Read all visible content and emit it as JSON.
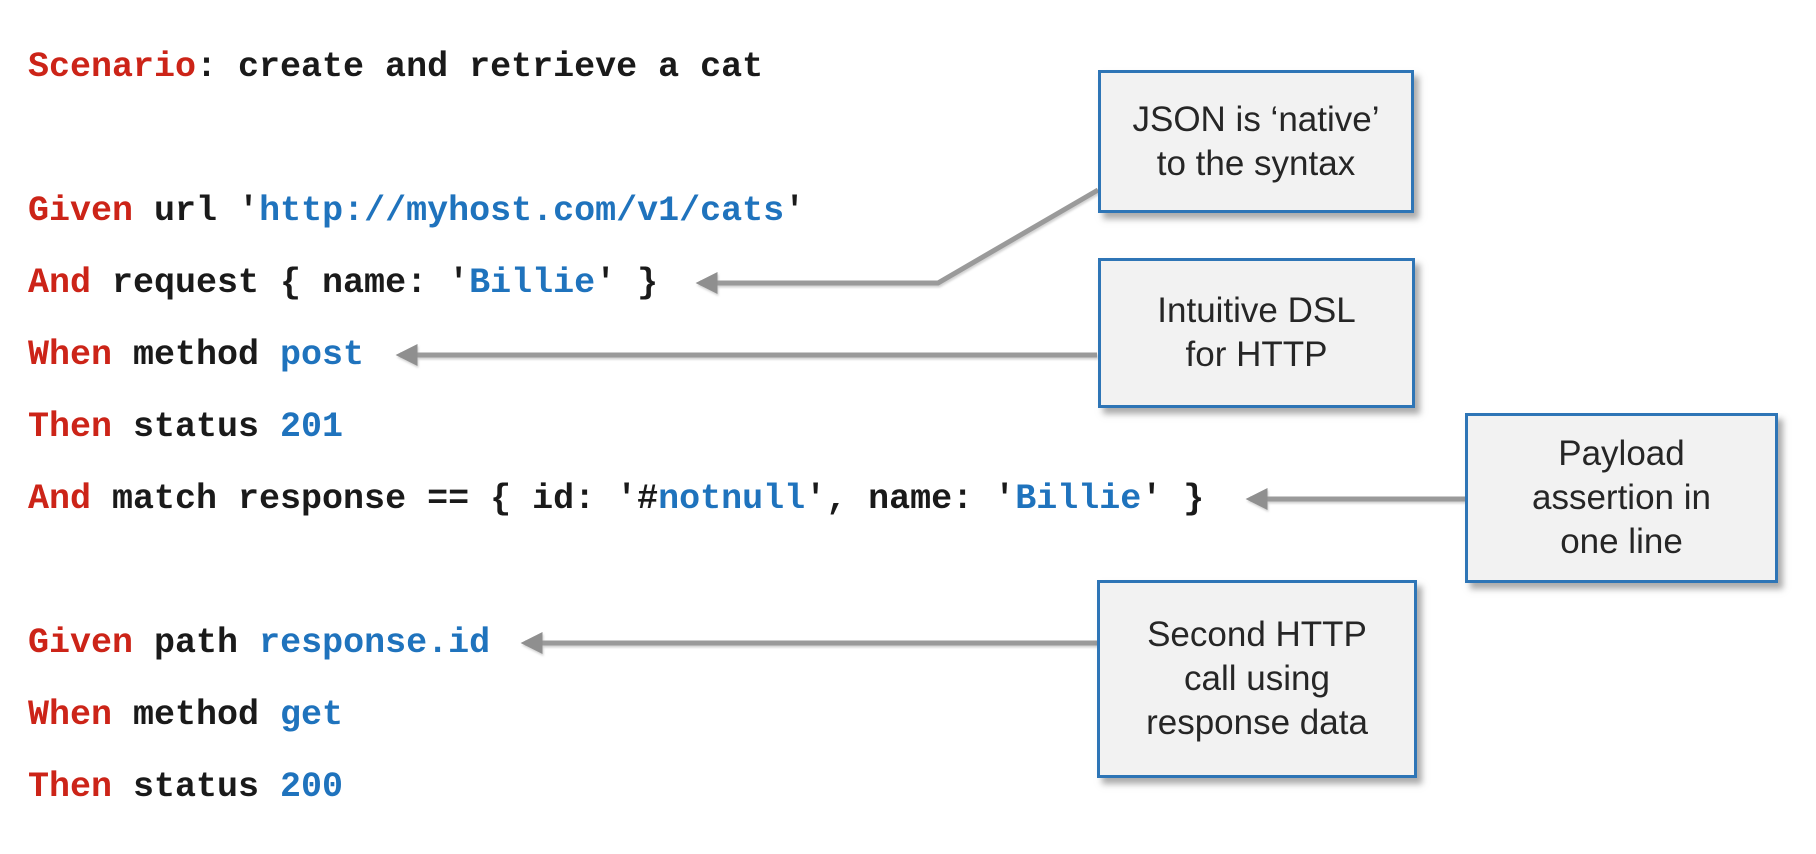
{
  "code": {
    "lines": [
      {
        "name": "scenario",
        "tokens": [
          {
            "t": "Scenario",
            "c": "kw"
          },
          {
            "t": ": create and retrieve a cat",
            "c": "plain"
          }
        ]
      },
      {
        "name": "blank-1",
        "tokens": []
      },
      {
        "name": "given-url",
        "tokens": [
          {
            "t": "Given",
            "c": "kw"
          },
          {
            "t": " url '",
            "c": "plain"
          },
          {
            "t": "http://myhost.com/v1/cats",
            "c": "val"
          },
          {
            "t": "'",
            "c": "plain"
          }
        ]
      },
      {
        "name": "and-request",
        "tokens": [
          {
            "t": "And",
            "c": "kw"
          },
          {
            "t": " request { name: '",
            "c": "plain"
          },
          {
            "t": "Billie",
            "c": "val"
          },
          {
            "t": "' }",
            "c": "plain"
          }
        ]
      },
      {
        "name": "when-method-post",
        "tokens": [
          {
            "t": "When",
            "c": "kw"
          },
          {
            "t": " method ",
            "c": "plain"
          },
          {
            "t": "post",
            "c": "val"
          }
        ]
      },
      {
        "name": "then-status-201",
        "tokens": [
          {
            "t": "Then",
            "c": "kw"
          },
          {
            "t": " status ",
            "c": "plain"
          },
          {
            "t": "201",
            "c": "val"
          }
        ]
      },
      {
        "name": "and-match-response",
        "tokens": [
          {
            "t": "And",
            "c": "kw"
          },
          {
            "t": " match response == { id: '#",
            "c": "plain"
          },
          {
            "t": "notnull",
            "c": "val"
          },
          {
            "t": "', name: '",
            "c": "plain"
          },
          {
            "t": "Billie",
            "c": "val"
          },
          {
            "t": "' }",
            "c": "plain"
          }
        ]
      },
      {
        "name": "blank-2",
        "tokens": []
      },
      {
        "name": "given-path",
        "tokens": [
          {
            "t": "Given",
            "c": "kw"
          },
          {
            "t": " path ",
            "c": "plain"
          },
          {
            "t": "response.id",
            "c": "val"
          }
        ]
      },
      {
        "name": "when-method-get",
        "tokens": [
          {
            "t": "When",
            "c": "kw"
          },
          {
            "t": " method ",
            "c": "plain"
          },
          {
            "t": "get",
            "c": "val"
          }
        ]
      },
      {
        "name": "then-status-200",
        "tokens": [
          {
            "t": "Then",
            "c": "kw"
          },
          {
            "t": " status ",
            "c": "plain"
          },
          {
            "t": "200",
            "c": "val"
          }
        ]
      }
    ]
  },
  "callouts": [
    {
      "id": "json-native",
      "text": "JSON is ‘native’\nto the syntax"
    },
    {
      "id": "dsl-http",
      "text": "Intuitive DSL\nfor HTTP"
    },
    {
      "id": "payload-assertion",
      "text": "Payload\nassertion in\none line"
    },
    {
      "id": "second-call",
      "text": "Second HTTP\ncall using\nresponse data"
    }
  ],
  "colors": {
    "keyword_red": "#cc2418",
    "value_blue": "#1f73bd",
    "code_text": "#1a1a1a",
    "box_border": "#2e75b6",
    "box_fill": "#f2f2f2",
    "arrow_gray": "#9a9a9a"
  }
}
